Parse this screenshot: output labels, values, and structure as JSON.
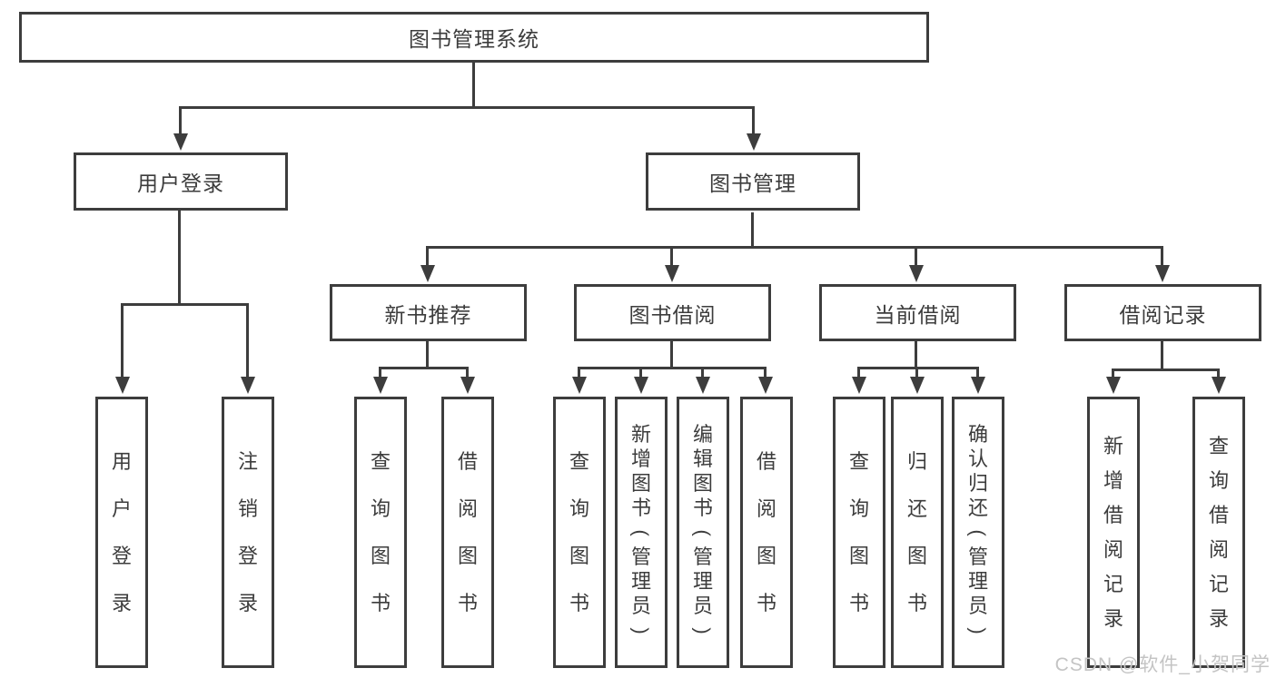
{
  "tree": {
    "root": "图书管理系统",
    "branches": [
      {
        "label": "用户登录",
        "children": [
          "用户登录",
          "注销登录"
        ]
      },
      {
        "label": "图书管理",
        "sections": [
          {
            "label": "新书推荐",
            "children": [
              "查询图书",
              "借阅图书"
            ]
          },
          {
            "label": "图书借阅",
            "children": [
              "查询图书",
              "新增图书（管理员）",
              "编辑图书（管理员）",
              "借阅图书"
            ]
          },
          {
            "label": "当前借阅",
            "children": [
              "查询图书",
              "归还图书",
              "确认归还（管理员）"
            ]
          },
          {
            "label": "借阅记录",
            "children": [
              "新增借阅记录",
              "查询借阅记录"
            ]
          }
        ]
      }
    ]
  },
  "watermark": "CSDN @软件_小贺同学",
  "colors": {
    "line": "#3d3d3d",
    "text": "#3c3c3c",
    "watermark": "#c4c4c4"
  }
}
